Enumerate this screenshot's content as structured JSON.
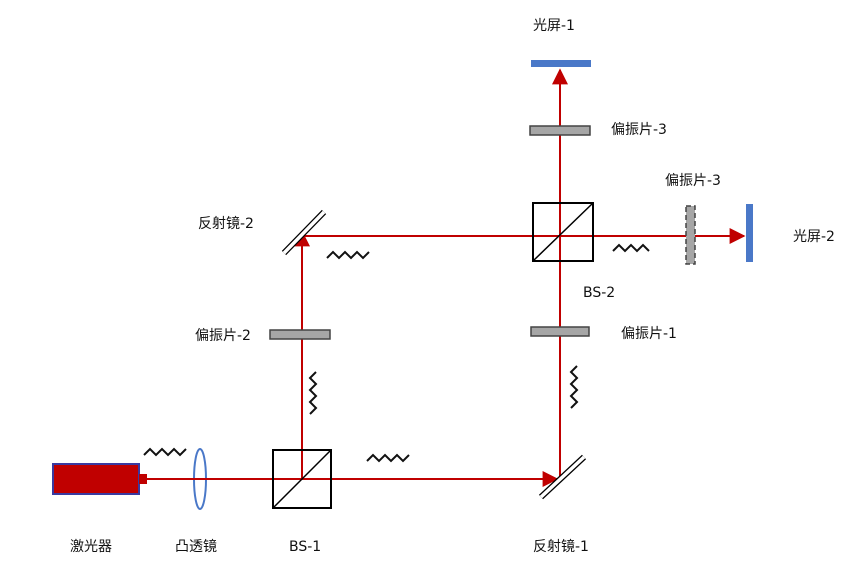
{
  "labels": {
    "laser": "激光器",
    "lens": "凸透镜",
    "bs1": "BS-1",
    "bs2": "BS-2",
    "mirror1": "反射镜-1",
    "mirror2": "反射镜-2",
    "polarizer1": "偏振片-1",
    "polarizer2": "偏振片-2",
    "polarizer3_top": "偏振片-3",
    "polarizer3_side": "偏振片-3",
    "screen1": "光屏-1",
    "screen2": "光屏-2"
  },
  "colors": {
    "beam": "#c00000",
    "laser_body": "#c00000",
    "laser_border": "#3a3aa0",
    "lens": "#4a78c8",
    "polarizer": "#a6a6a6",
    "screen": "#4a78c8",
    "ink": "#000000"
  }
}
